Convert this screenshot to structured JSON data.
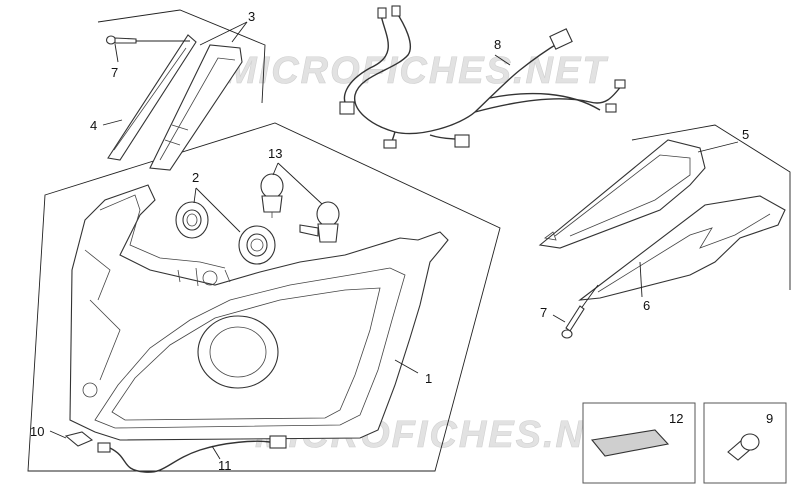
{
  "watermarks": [
    "MICROFICHES.NET",
    "MICROFICHES.NET"
  ],
  "callouts": [
    "1",
    "2",
    "3",
    "4",
    "5",
    "6",
    "7",
    "7",
    "8",
    "9",
    "10",
    "11",
    "12",
    "13"
  ]
}
